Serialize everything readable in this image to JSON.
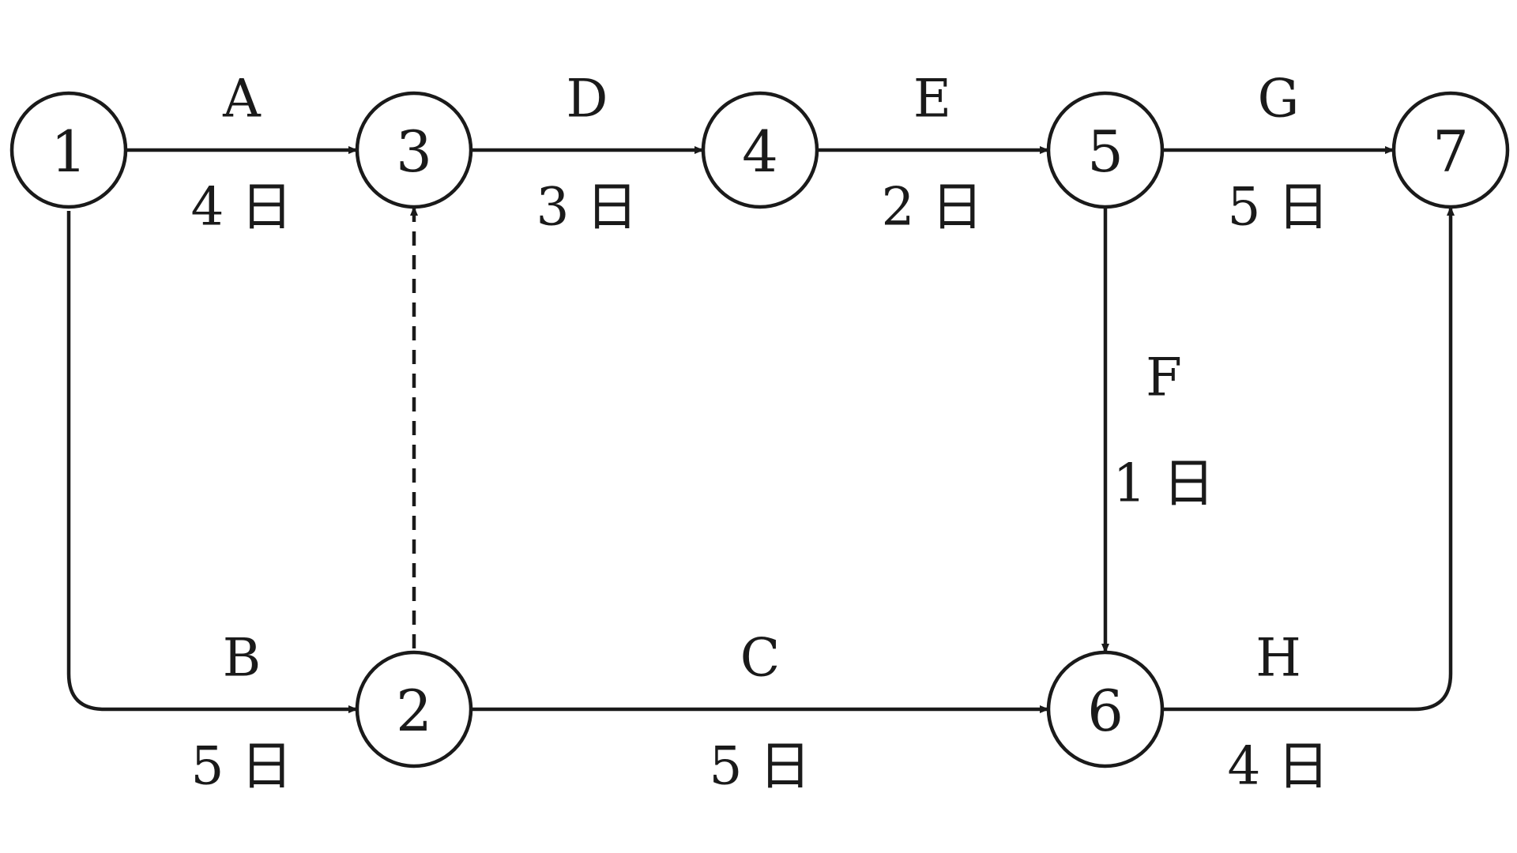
{
  "nodes": [
    {
      "id": "1",
      "label": "1"
    },
    {
      "id": "2",
      "label": "2"
    },
    {
      "id": "3",
      "label": "3"
    },
    {
      "id": "4",
      "label": "4"
    },
    {
      "id": "5",
      "label": "5"
    },
    {
      "id": "6",
      "label": "6"
    },
    {
      "id": "7",
      "label": "7"
    }
  ],
  "edges": [
    {
      "id": "A",
      "from": "1",
      "to": "3",
      "name": "A",
      "duration": "4 日",
      "dummy": false
    },
    {
      "id": "B",
      "from": "1",
      "to": "2",
      "name": "B",
      "duration": "5 日",
      "dummy": false
    },
    {
      "id": "C",
      "from": "2",
      "to": "6",
      "name": "C",
      "duration": "5 日",
      "dummy": false
    },
    {
      "id": "D",
      "from": "3",
      "to": "4",
      "name": "D",
      "duration": "3 日",
      "dummy": false
    },
    {
      "id": "E",
      "from": "4",
      "to": "5",
      "name": "E",
      "duration": "2 日",
      "dummy": false
    },
    {
      "id": "F",
      "from": "5",
      "to": "6",
      "name": "F",
      "duration": "1 日",
      "dummy": false
    },
    {
      "id": "G",
      "from": "5",
      "to": "7",
      "name": "G",
      "duration": "5 日",
      "dummy": false
    },
    {
      "id": "H",
      "from": "6",
      "to": "7",
      "name": "H",
      "duration": "4 日",
      "dummy": false
    },
    {
      "id": "dummy-2-3",
      "from": "2",
      "to": "3",
      "name": "",
      "duration": "",
      "dummy": true
    }
  ]
}
